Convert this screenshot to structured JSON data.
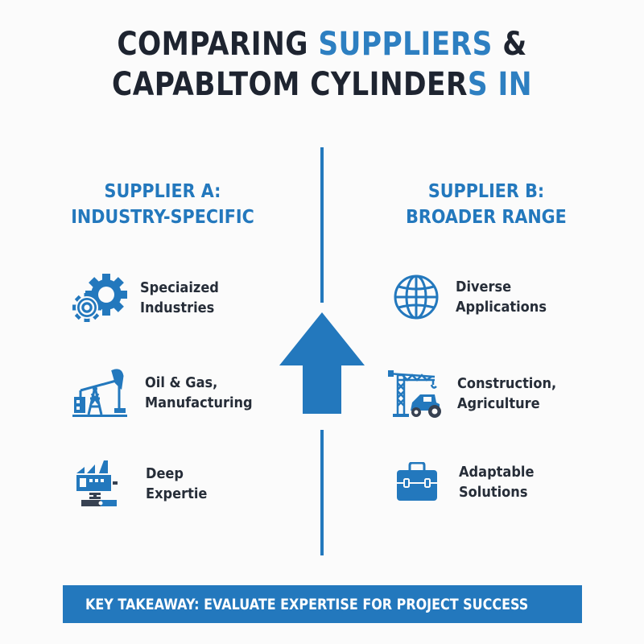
{
  "title": {
    "line1_dark": "COMPARING ",
    "line1_accent": "SUPPLIERS",
    "line1_tail": " &",
    "line2_dark": "CAPABLTOM CYLINDER",
    "line2_accent": "S IN"
  },
  "supplier_a": {
    "heading_line1": "SUPPLIER A:",
    "heading_line2": "INDUSTRY-SPECIFIC",
    "items": [
      {
        "icon": "gears-icon",
        "line1": "Speciaized",
        "line2": "Industries"
      },
      {
        "icon": "oil-pump-icon",
        "line1": "Oil & Gas,",
        "line2": "Manufacturing"
      },
      {
        "icon": "factory-icon",
        "line1": "Deep",
        "line2": "Expertie"
      }
    ]
  },
  "supplier_b": {
    "heading_line1": "SUPPLIER B:",
    "heading_line2": "BROADER RANGE",
    "items": [
      {
        "icon": "globe-icon",
        "line1": "Diverse",
        "line2": "Applications"
      },
      {
        "icon": "crane-tractor-icon",
        "line1": "Construction,",
        "line2": "Agriculture"
      },
      {
        "icon": "toolbox-icon",
        "line1": "Adaptable",
        "line2": "Solutions"
      }
    ]
  },
  "divider": {
    "icon": "up-arrow-icon"
  },
  "takeaway": {
    "icon": "magnifier-icon",
    "text": "KEY TAKEAWAY: EVALUATE EXPERTISE FOR PROJECT SUCCESS"
  },
  "colors": {
    "accent": "#2378bd",
    "title_accent": "#2d7fc1",
    "dark_text": "#1e2430",
    "background": "#fbfbfb",
    "banner_text": "#ffffff"
  }
}
